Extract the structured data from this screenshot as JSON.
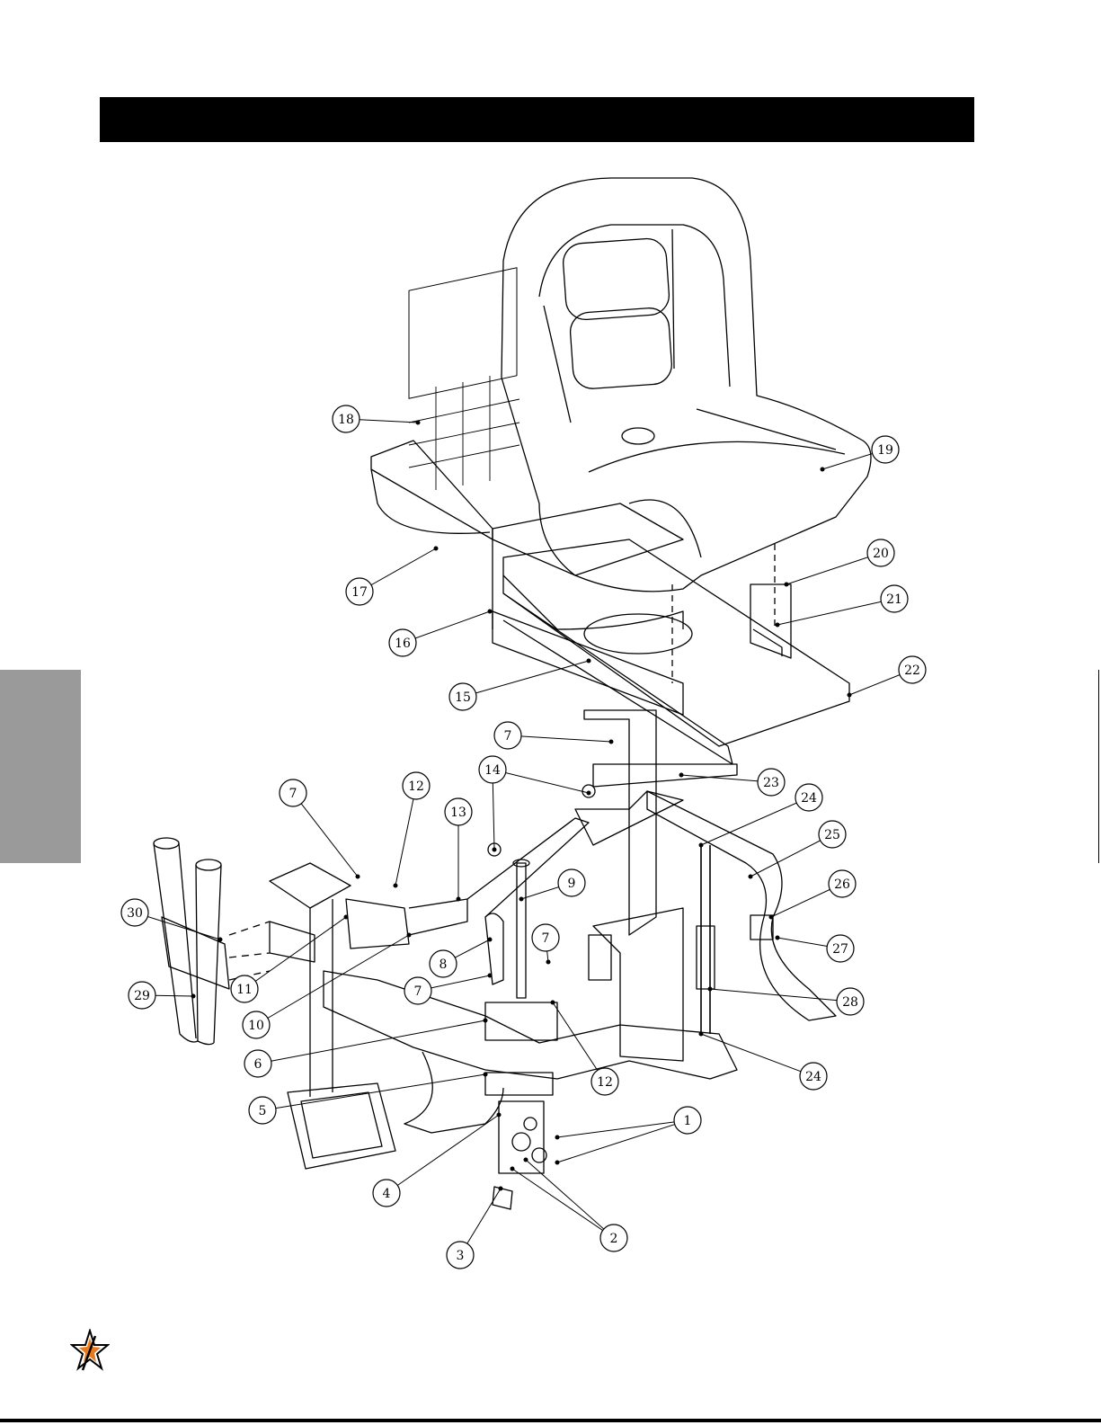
{
  "colors": {
    "header": "#000000",
    "tab": "#9a9a9a",
    "line": "#000000"
  },
  "callouts": [
    {
      "label": "1"
    },
    {
      "label": "2"
    },
    {
      "label": "3"
    },
    {
      "label": "4"
    },
    {
      "label": "5"
    },
    {
      "label": "6"
    },
    {
      "label": "7"
    },
    {
      "label": "7"
    },
    {
      "label": "7"
    },
    {
      "label": "7"
    },
    {
      "label": "8"
    },
    {
      "label": "9"
    },
    {
      "label": "10"
    },
    {
      "label": "11"
    },
    {
      "label": "12"
    },
    {
      "label": "12"
    },
    {
      "label": "13"
    },
    {
      "label": "14"
    },
    {
      "label": "15"
    },
    {
      "label": "16"
    },
    {
      "label": "17"
    },
    {
      "label": "18"
    },
    {
      "label": "19"
    },
    {
      "label": "20"
    },
    {
      "label": "21"
    },
    {
      "label": "22"
    },
    {
      "label": "23"
    },
    {
      "label": "24"
    },
    {
      "label": "24"
    },
    {
      "label": "25"
    },
    {
      "label": "26"
    },
    {
      "label": "27"
    },
    {
      "label": "28"
    },
    {
      "label": "29"
    },
    {
      "label": "30"
    }
  ],
  "logo": {
    "icon": "star-logo-icon"
  }
}
